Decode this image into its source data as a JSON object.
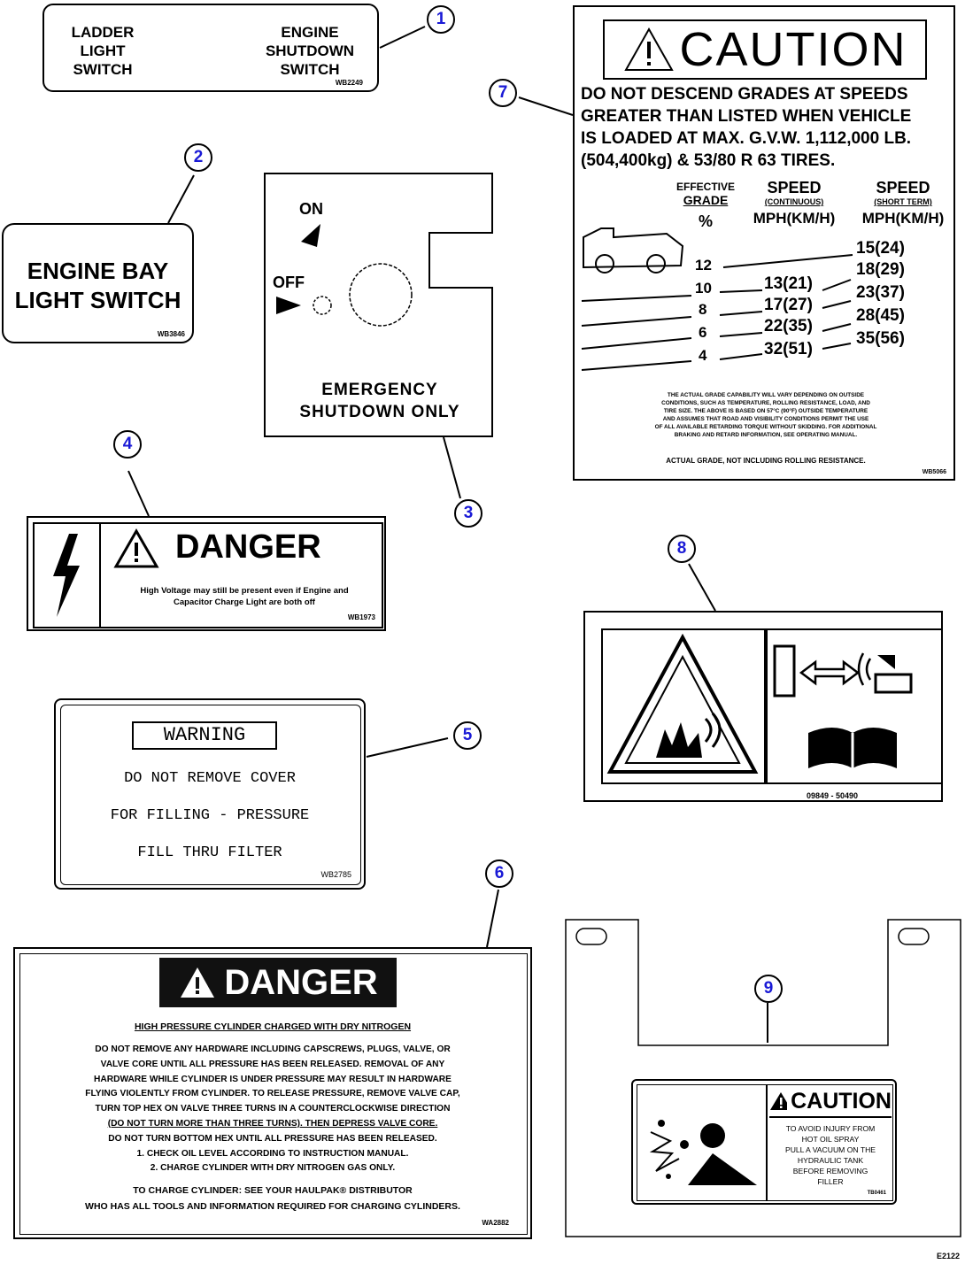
{
  "callouts": [
    "1",
    "2",
    "3",
    "4",
    "5",
    "6",
    "7",
    "8",
    "9"
  ],
  "decal1": {
    "left_text": [
      "LADDER",
      "LIGHT",
      "SWITCH"
    ],
    "right_text": [
      "ENGINE",
      "SHUTDOWN",
      "SWITCH"
    ],
    "code": "WB2249"
  },
  "decal2": {
    "lines": [
      "ENGINE BAY",
      "LIGHT SWITCH"
    ],
    "code": "WB3846"
  },
  "decal3": {
    "on": "ON",
    "off": "OFF",
    "lines": [
      "EMERGENCY",
      "SHUTDOWN ONLY"
    ]
  },
  "decal4": {
    "title": "DANGER",
    "body": [
      "High Voltage may still be present even if Engine and",
      "Capacitor Charge Light are both off"
    ],
    "code": "WB1973"
  },
  "decal5": {
    "title": "WARNING",
    "lines": [
      "DO NOT REMOVE COVER",
      "FOR FILLING - PRESSURE",
      "FILL THRU FILTER"
    ],
    "code": "WB2785"
  },
  "decal6": {
    "title": "DANGER",
    "heading": "HIGH PRESSURE CYLINDER CHARGED WITH DRY NITROGEN",
    "body": [
      "DO NOT REMOVE ANY HARDWARE INCLUDING CAPSCREWS, PLUGS, VALVE, OR",
      "VALVE CORE UNTIL ALL PRESSURE HAS BEEN RELEASED. REMOVAL OF ANY",
      "HARDWARE WHILE CYLINDER IS UNDER PRESSURE MAY RESULT IN HARDWARE",
      "FLYING VIOLENTLY FROM CYLINDER. TO RELEASE PRESSURE, REMOVE VALVE CAP,",
      "TURN TOP HEX ON VALVE THREE TURNS IN A COUNTERCLOCKWISE DIRECTION",
      "(DO NOT TURN MORE THAN THREE TURNS). THEN DEPRESS VALVE CORE.",
      "DO NOT TURN BOTTOM HEX UNTIL ALL PRESSURE HAS BEEN RELEASED.",
      "1. CHECK OIL LEVEL ACCORDING TO INSTRUCTION MANUAL.",
      "2. CHARGE CYLINDER WITH DRY NITROGEN GAS ONLY."
    ],
    "footer": [
      "TO CHARGE CYLINDER:    SEE YOUR HAULPAK® DISTRIBUTOR",
      "WHO HAS ALL TOOLS AND INFORMATION REQUIRED FOR CHARGING CYLINDERS."
    ],
    "code": "WA2882"
  },
  "decal7": {
    "title": "CAUTION",
    "intro": [
      "DO NOT DESCEND GRADES AT SPEEDS",
      "GREATER THAN LISTED WHEN VEHICLE",
      "IS LOADED AT MAX. G.V.W. 1,112,000 LB.",
      "(504,400kg) & 53/80 R 63 TIRES."
    ],
    "col_headers": {
      "grade": [
        "EFFECTIVE",
        "GRADE",
        "%"
      ],
      "continuous": [
        "SPEED",
        "(CONTINUOUS)",
        "MPH(KM/H)"
      ],
      "short_term": [
        "SPEED",
        "(SHORT TERM)",
        "MPH(KM/H)"
      ]
    },
    "rows": [
      {
        "grade": "",
        "continuous": "",
        "short_term": "15(24)"
      },
      {
        "grade": "12",
        "continuous": "",
        "short_term": "18(29)"
      },
      {
        "grade": "10",
        "continuous": "13(21)",
        "short_term": "23(37)"
      },
      {
        "grade": "8",
        "continuous": "17(27)",
        "short_term": "28(45)"
      },
      {
        "grade": "6",
        "continuous": "22(35)",
        "short_term": "35(56)"
      },
      {
        "grade": "4",
        "continuous": "32(51)",
        "short_term": ""
      }
    ],
    "fine_print": [
      "THE ACTUAL GRADE CAPABILITY WILL VARY DEPENDING ON OUTSIDE",
      "CONDITIONS, SUCH AS TEMPERATURE, ROLLING RESISTANCE, LOAD, AND",
      "TIRE SIZE. THE ABOVE IS BASED ON 57°C (90°F) OUTSIDE TEMPERATURE",
      "AND ASSUMES THAT ROAD AND VISIBILITY CONDITIONS PERMIT THE USE",
      "OF ALL AVAILABLE RETARDING TORQUE WITHOUT SKIDDING. FOR ADDITIONAL",
      "BRAKING AND RETARD INFORMATION, SEE OPERATING MANUAL."
    ],
    "footnote": "ACTUAL GRADE, NOT INCLUDING ROLLING RESISTANCE.",
    "code": "WB5066"
  },
  "decal8": {
    "code": "09849 - 50490"
  },
  "decal9": {
    "title": "CAUTION",
    "body": [
      "TO AVOID INJURY FROM",
      "HOT OIL SPRAY",
      "PULL A VACUUM ON THE",
      "HYDRAULIC TANK",
      "BEFORE REMOVING",
      "FILLER"
    ],
    "code": "TB0461"
  },
  "figure_code": "E2122",
  "colors": {
    "callout_text": "#1a1ad6",
    "line": "#000000"
  }
}
